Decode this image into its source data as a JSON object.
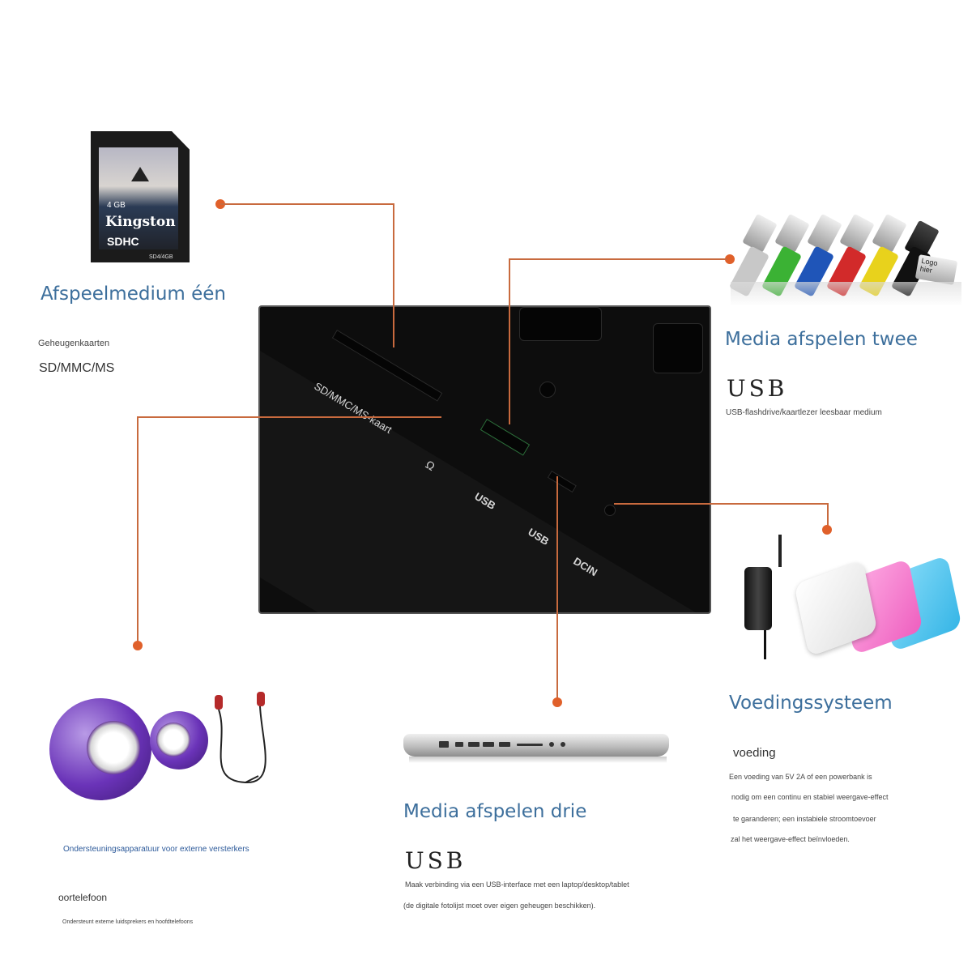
{
  "section_one": {
    "title": "Afspeelmedium één",
    "subtitle": "Geheugenkaarten",
    "formats": "SD/MMC/MS",
    "card": {
      "capacity": "4 GB",
      "brand": "Kingston",
      "class": "SDHC",
      "model": "SD4/4GB"
    }
  },
  "section_two": {
    "title": "Media afspelen twee",
    "usb_label": "USB",
    "description": "USB-flashdrive/kaartlezer leesbaar medium",
    "stick_logo": "Logo hier",
    "stick_colors": [
      "#c8c8c8",
      "#3bb234",
      "#1f55b8",
      "#d22a2a",
      "#e8d21c",
      "#111111"
    ]
  },
  "panel": {
    "card_slot_label": "SD/MMC/MS-kaart",
    "port_usb_1": "USB",
    "port_usb_2": "USB",
    "port_dcin": "DCIN",
    "headphone_symbol": "Ω"
  },
  "section_power": {
    "title": "Voedingssysteem",
    "subtitle": "voeding",
    "lines": [
      "Een voeding van 5V 2A of een powerbank is",
      "nodig om een continu en stabiel weergave-effect",
      "te garanderen; een instabiele stroomtoevoer",
      "zal het weergave-effect beïnvloeden."
    ],
    "bank_colors": [
      "#f2f2f2",
      "#ee5fbf",
      "#35b5e6"
    ]
  },
  "section_three": {
    "title": "Media afspelen drie",
    "usb_label": "USB",
    "line1": "Maak verbinding via een USB-interface met een laptop/desktop/tablet",
    "line2": "(de digitale fotolijst moet over eigen geheugen beschikken)."
  },
  "section_audio": {
    "subtitle": "Ondersteuningsapparatuur voor externe versterkers",
    "label": "oortelefoon",
    "description": "Ondersteunt externe luidsprekers en hoofdtelefoons"
  },
  "colors": {
    "accent_title": "#3d6f9c",
    "leader_line": "#c86a3e",
    "leader_dot": "#e0602a"
  }
}
